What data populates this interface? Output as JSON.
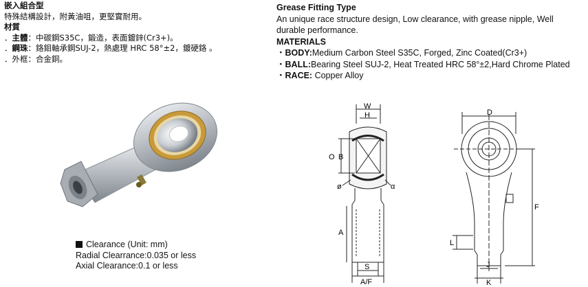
{
  "zh": {
    "title": "嵌入組合型",
    "desc": "特殊結構設計，附黃油咀，更堅實耐用。",
    "materials_title": "材質",
    "items": [
      {
        "label": "主體",
        "text": "：中碳鋼S35C，鍛造，表面鍍鋅(Cr3+)。"
      },
      {
        "label": "鋼珠",
        "text": "：鉻鉬軸承鋼SUJ-2，熱處理 HRC 58°±2，鍍硬鉻 。"
      },
      {
        "label": "外框",
        "text": "：合金銅。"
      }
    ],
    "bullet": "．"
  },
  "en": {
    "title": "Grease Fitting Type",
    "desc": "An unique race structure design, Low clearance, with grease nipple, Well durable performance.",
    "materials_title": "MATERIALS",
    "items": [
      {
        "label": "BODY:",
        "text": "Medium Carbon Steel S35C, Forged, Zinc Coated(Cr3+)"
      },
      {
        "label": "BALL:",
        "text": "Bearing Steel SUJ-2, Heat Treated HRC 58°±2,Hard Chrome Plated"
      },
      {
        "label": "RACE:",
        "text": " Copper Alloy"
      }
    ],
    "bullet": "・"
  },
  "clearance": {
    "heading": "Clearance    (Unit: mm)",
    "radial": "Radial Clearrance:0.035 or less",
    "axial": "Axial Clearance:0.1 or less"
  },
  "dims": {
    "W": "W",
    "H": "H",
    "O": "O",
    "B": "B",
    "phi": "ø",
    "alpha": "α",
    "A": "A",
    "S": "S",
    "AF": "A/F",
    "D": "D",
    "F": "F",
    "L": "L",
    "J": "J",
    "K": "K"
  },
  "colors": {
    "text": "#111111",
    "body_gray": "#b9bdc2",
    "brass": "#c99a3a"
  }
}
